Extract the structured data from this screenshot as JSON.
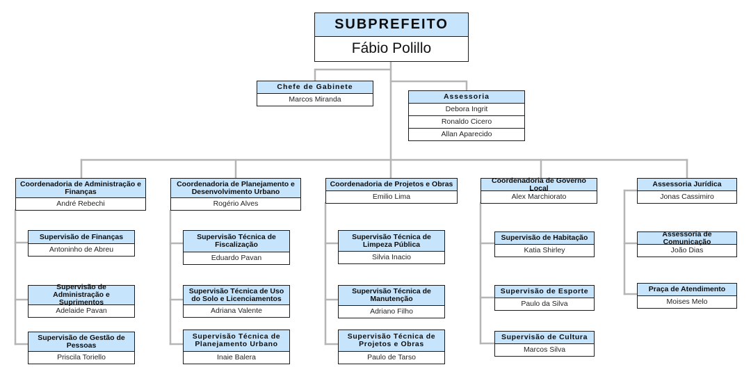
{
  "top": {
    "title": "SUBPREFEITO",
    "name": "Fábio Polillo"
  },
  "chefe": {
    "title": "Chefe de Gabinete",
    "name": "Marcos Miranda"
  },
  "assessoria": {
    "title": "Assessoria",
    "members": [
      "Debora Ingrit",
      "Ronaldo Cicero",
      "Allan Aparecido"
    ]
  },
  "columns": [
    {
      "title": "Coordenadoria de Administração e Finanças",
      "name": "André Rebechi",
      "subs": [
        {
          "title": "Supervisão de Finanças",
          "name": "Antoninho de Abreu"
        },
        {
          "title": "Supervisão de Administração e Suprimentos",
          "name": "Adelaide Pavan"
        },
        {
          "title": "Supervisão de Gestão de Pessoas",
          "name": "Priscila Toriello"
        }
      ]
    },
    {
      "title": "Coordenadoria de Planejamento e Desenvolvimento Urbano",
      "name": "Rogério Alves",
      "subs": [
        {
          "title": "Supervisão Técnica de Fiscalização",
          "name": "Eduardo Pavan"
        },
        {
          "title": "Supervisão Técnica de Uso do Solo e Licenciamentos",
          "name": "Adriana Valente"
        },
        {
          "title": "Supervisão Técnica de Planejamento Urbano",
          "name": "Inaie Balera"
        }
      ]
    },
    {
      "title": "Coordenadoria de Projetos e Obras",
      "name": "Emilio Lima",
      "subs": [
        {
          "title": "Supervisão Técnica de Limpeza Pública",
          "name": "Silvia Inacio"
        },
        {
          "title": "Supervisão Técnica de Manutenção",
          "name": "Adriano Filho"
        },
        {
          "title": "Supervisão Técnica de Projetos e Obras",
          "name": "Paulo de Tarso"
        }
      ]
    },
    {
      "title": "Coordenadoria de Governo Local",
      "name": "Alex Marchiorato",
      "subs": [
        {
          "title": "Supervisão de Habitação",
          "name": "Katia Shirley"
        },
        {
          "title": "Supervisão de Esporte",
          "name": "Paulo da Silva"
        },
        {
          "title": "Supervisão de Cultura",
          "name": "Marcos Silva"
        }
      ]
    },
    {
      "title": "Assessoria Jurídica",
      "name": "Jonas Cassimiro",
      "subs": [
        {
          "title": "Assessoria de Comunicação",
          "name": "João Dias"
        },
        {
          "title": "Praça de Atendimento",
          "name": "Moises Melo"
        }
      ]
    }
  ],
  "colors": {
    "header_fill": "#c6e4fb",
    "connector": "#b5b5b5",
    "border": "#1a1a1a"
  }
}
